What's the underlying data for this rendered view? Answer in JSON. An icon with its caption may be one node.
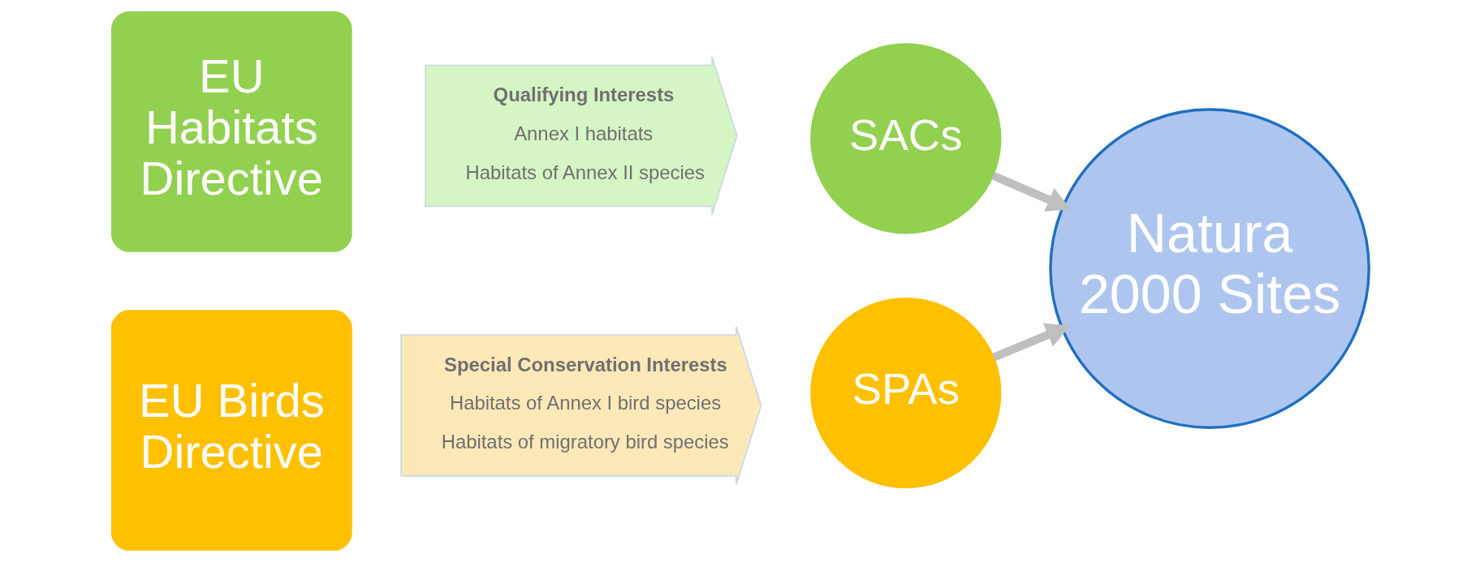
{
  "diagram": {
    "nodes": [
      {
        "text": [
          "EU Habitats Directive"
        ]
      },
      {
        "text": [
          "Qualifying Interests",
          "Annex I habitats",
          "Habitats of Annex II species"
        ]
      },
      {
        "text": [
          "SACs"
        ]
      },
      {
        "text": [
          "EU Birds Directive"
        ]
      },
      {
        "text": [
          "Special Conservation Interests",
          "Habitats of Annex I bird species",
          "Habitats of migratory bird species"
        ]
      },
      {
        "text": [
          "SPAs"
        ]
      },
      {
        "text": [
          "Natura 2000 Sites"
        ]
      }
    ],
    "edges": [
      {
        "from": 2,
        "to": 6,
        "arrow": "to"
      },
      {
        "from": 5,
        "to": 6,
        "arrow": "to"
      }
    ]
  }
}
